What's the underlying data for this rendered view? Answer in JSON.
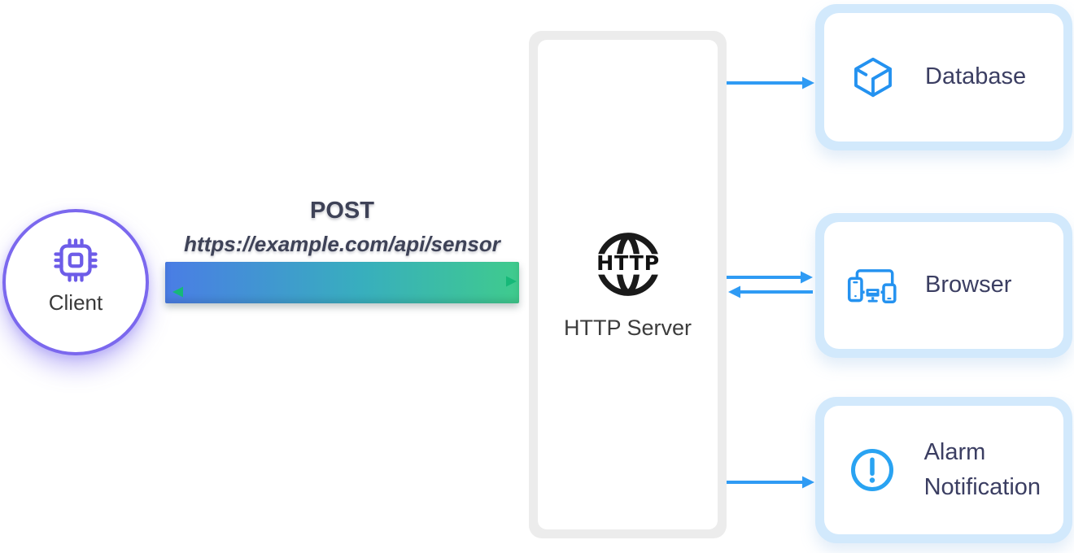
{
  "client": {
    "label": "Client"
  },
  "request": {
    "method": "POST",
    "url": "https://example.com/api/sensor"
  },
  "server": {
    "label": "HTTP Server",
    "icon_text": "HTTP"
  },
  "targets": {
    "database": {
      "label": "Database"
    },
    "browser": {
      "label": "Browser"
    },
    "alarm": {
      "label": "Alarm Notification"
    }
  },
  "colors": {
    "arrow_blue": "#2f9bf4",
    "band_gradient_start": "#4a7de5",
    "band_gradient_end": "#3fcb8d",
    "thin_arrow_green": "#16b878",
    "thin_arrow_indigo": "#4c5cd9",
    "client_purple": "#7b68ee",
    "chip_purple": "#6d5ce8",
    "icon_blue": "#2492f0",
    "target_frame_blue": "#d2e9fc",
    "server_frame_gray": "#ececec",
    "label_navy": "#3b3e62",
    "text_dark": "#3e4257"
  }
}
